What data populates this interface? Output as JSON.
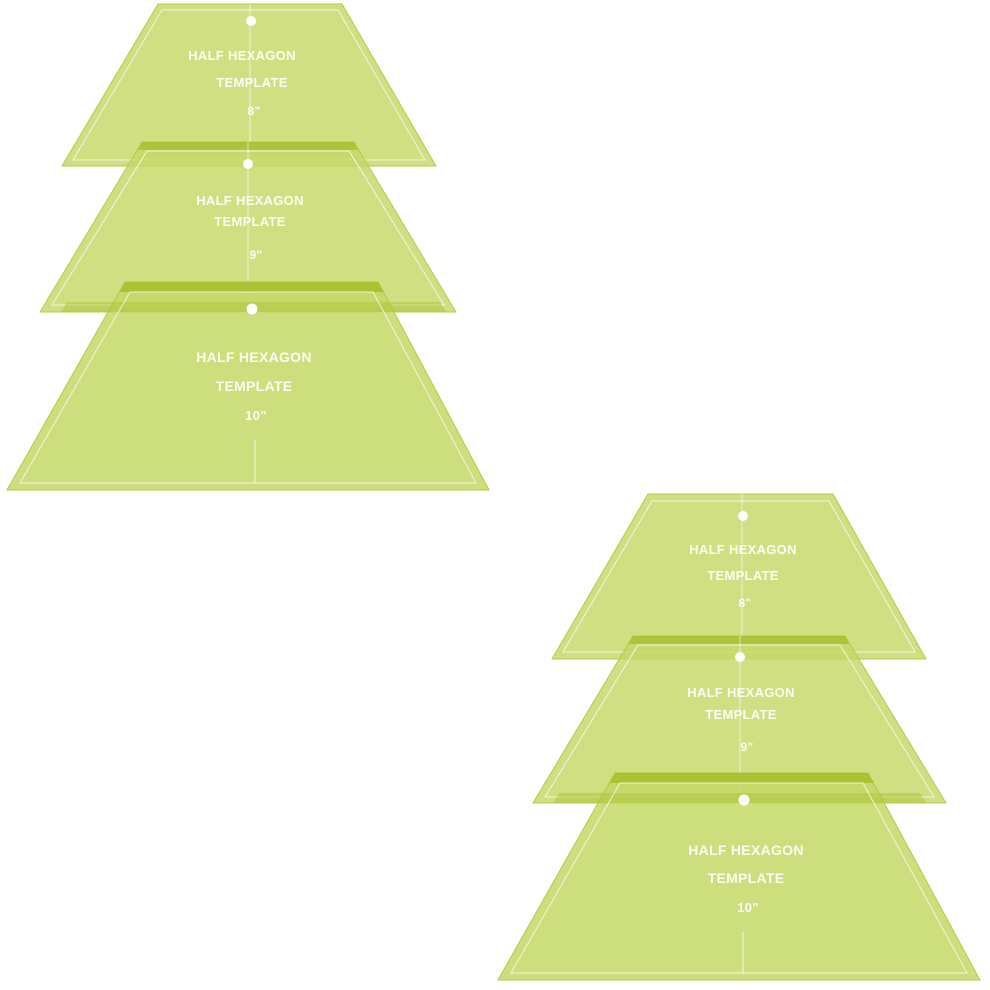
{
  "colors": {
    "background": "#ffffff",
    "acrylic_fill": "#c4d866",
    "acrylic_edge": "#b3cb46",
    "overlap_band": "#9fbb22",
    "guide_line": "#ffffff"
  },
  "templates": [
    {
      "line1": "HALF HEXAGON",
      "line2": "TEMPLATE",
      "size": "8\""
    },
    {
      "line1": "HALF HEXAGON",
      "line2": "TEMPLATE",
      "size": "9\""
    },
    {
      "line1": "HALF HEXAGON",
      "line2": "TEMPLATE",
      "size": "10\""
    },
    {
      "line1": "HALF HEXAGON",
      "line2": "TEMPLATE",
      "size": "8\""
    },
    {
      "line1": "HALF HEXAGON",
      "line2": "TEMPLATE",
      "size": "9\""
    },
    {
      "line1": "HALF HEXAGON",
      "line2": "TEMPLATE",
      "size": "10\""
    }
  ]
}
